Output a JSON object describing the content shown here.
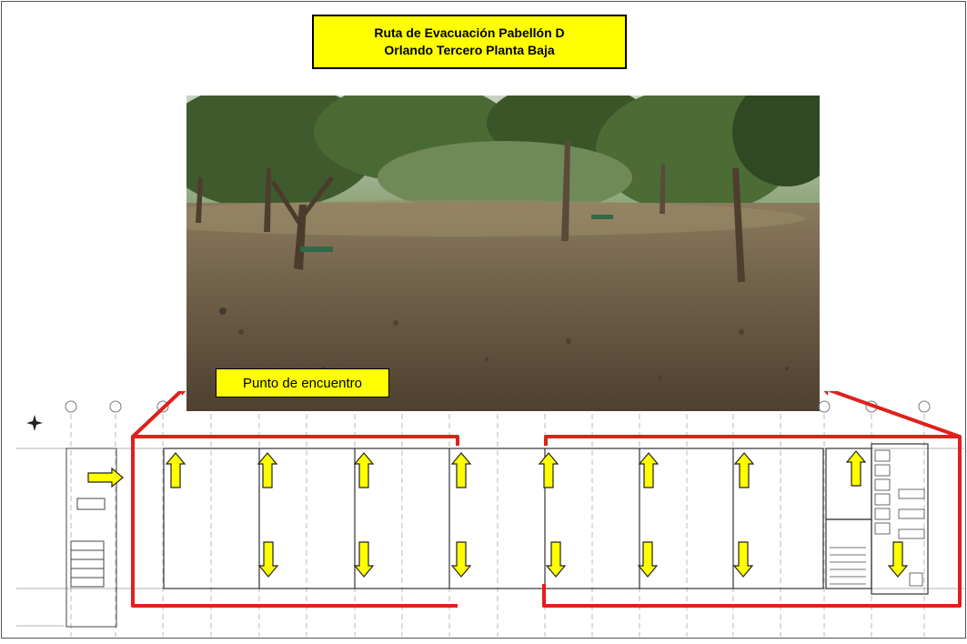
{
  "title": {
    "line1": "Ruta de Evacuación Pabellón D",
    "line2": "Orlando Tercero Planta Baja"
  },
  "meeting_point": {
    "label": "Punto de encuentro"
  },
  "photo": {
    "subject": "tree-covered open field with fallen leaves"
  },
  "colors": {
    "highlight": "#ffff00",
    "route": "#e0201a",
    "arrow_fill": "#ffff00"
  },
  "floor_plan": {
    "rooms_with_arrows": 8,
    "icons": [
      "north-arrow-icon",
      "evacuation-arrow-icon"
    ]
  }
}
